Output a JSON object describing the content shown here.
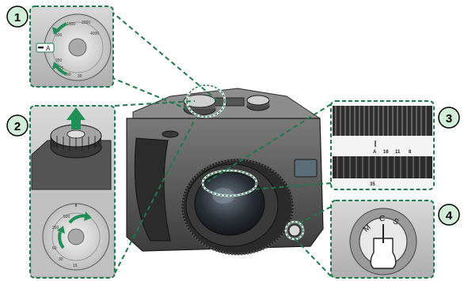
{
  "callouts": [
    {
      "number": "1"
    },
    {
      "number": "2"
    },
    {
      "number": "3"
    },
    {
      "number": "4"
    }
  ],
  "dial_marking": "A",
  "lens_scale": [
    "A",
    "16",
    "11",
    "8"
  ],
  "focal_length": "35",
  "focus_mode_letters": [
    "M",
    "C",
    "S"
  ],
  "colors": {
    "panel_bg": "#c9c9c9",
    "callout_fill": "#d2eed9",
    "guide_line": "#1d7a4a",
    "arrow": "#1f8f56"
  }
}
